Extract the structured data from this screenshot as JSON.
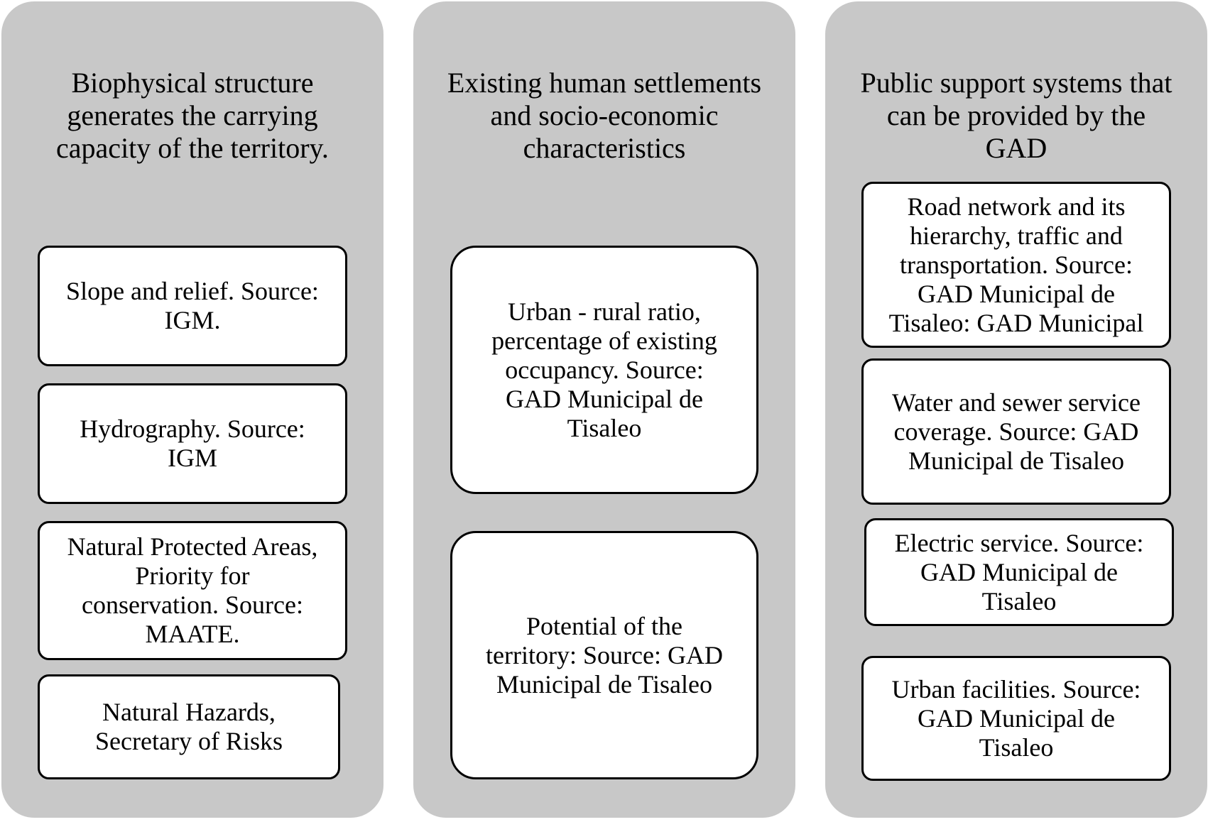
{
  "columns": [
    {
      "title": "Biophysical structure\ngenerates the carrying\ncapacity of the territory.",
      "boxes": [
        {
          "text": "Slope and relief. Source:\nIGM."
        },
        {
          "text": "Hydrography. Source:\nIGM"
        },
        {
          "text": "Natural Protected Areas,\nPriority for\nconservation. Source:\nMAATE."
        },
        {
          "text": "Natural Hazards,\nSecretary of Risks"
        }
      ]
    },
    {
      "title": "Existing human settlements\nand socio-economic\ncharacteristics",
      "boxes": [
        {
          "text": "Urban - rural ratio,\npercentage of existing\noccupancy. Source:\nGAD Municipal de\nTisaleo"
        },
        {
          "text": "Potential of the\nterritory: Source: GAD\nMunicipal de Tisaleo"
        }
      ]
    },
    {
      "title": "Public support systems that\ncan be provided by the\nGAD",
      "boxes": [
        {
          "text": "Road network and its\nhierarchy, traffic and\ntransportation. Source:\nGAD Municipal de\nTisaleo: GAD Municipal"
        },
        {
          "text": "Water and sewer service\ncoverage. Source: GAD\nMunicipal de Tisaleo"
        },
        {
          "text": "Electric service. Source:\nGAD Municipal de\nTisaleo"
        },
        {
          "text": "Urban facilities. Source:\nGAD Municipal de\nTisaleo"
        }
      ]
    }
  ]
}
